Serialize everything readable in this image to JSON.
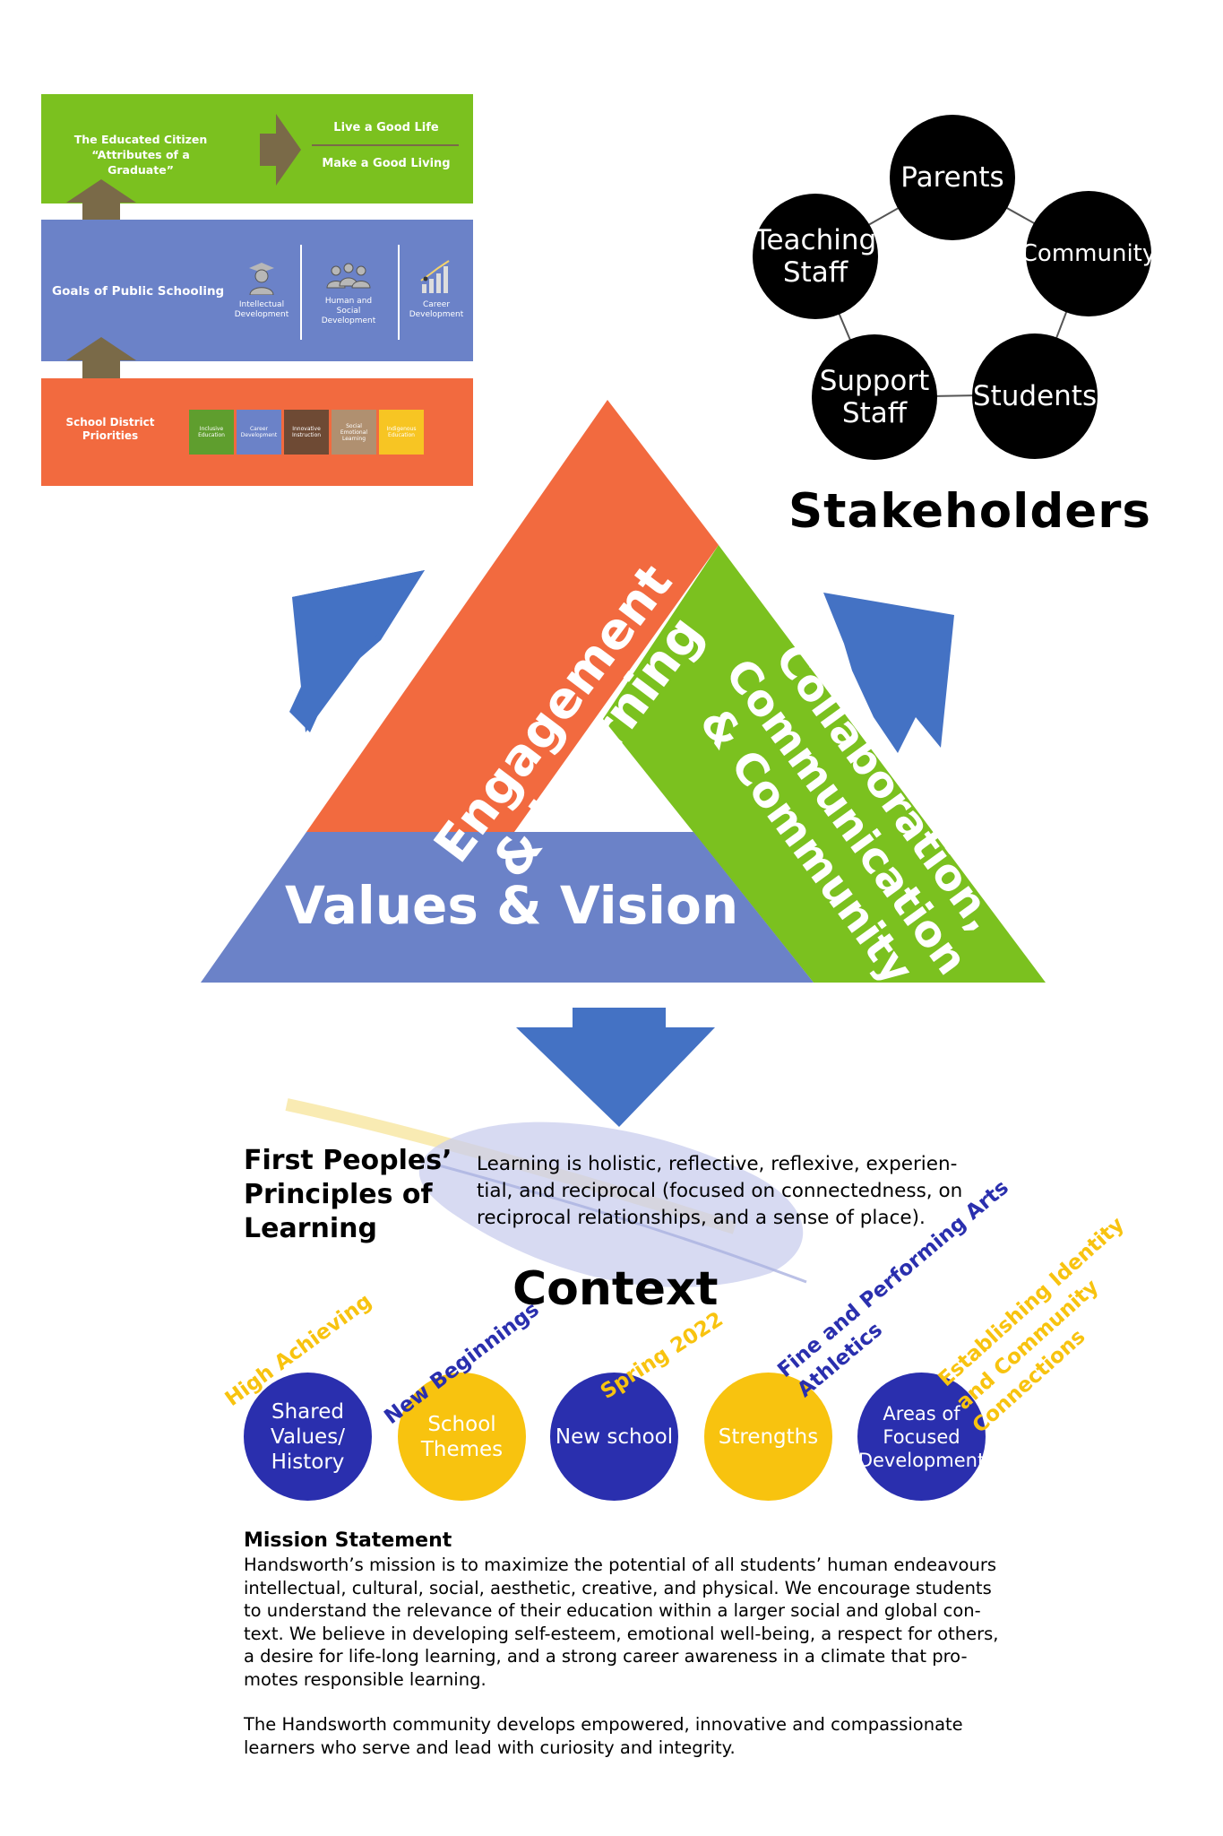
{
  "framework": {
    "educated_citizen_line1": "The Educated Citizen",
    "educated_citizen_line2": "“Attributes of a Graduate”",
    "live_good_life": "Live a Good Life",
    "make_good_living": "Make a Good Living",
    "goals_title": "Goals of Public Schooling",
    "goals": [
      {
        "line1": "Intellectual",
        "line2": "Development",
        "line3": ""
      },
      {
        "line1": "Human and",
        "line2": "Social",
        "line3": "Development"
      },
      {
        "line1": "Career",
        "line2": "Development",
        "line3": ""
      }
    ],
    "priorities_line1": "School District",
    "priorities_line2": "Priorities",
    "priorities": [
      {
        "line1": "Inclusive",
        "line2": "Education",
        "line3": "",
        "color": "#5f9e2e"
      },
      {
        "line1": "Career",
        "line2": "Development",
        "line3": "",
        "color": "#6b82c8"
      },
      {
        "line1": "Innovative",
        "line2": "Instruction",
        "line3": "",
        "color": "#6e4a34"
      },
      {
        "line1": "Social",
        "line2": "Emotional",
        "line3": "Learning",
        "color": "#b09070"
      },
      {
        "line1": "Indigenous",
        "line2": "Education",
        "line3": "",
        "color": "#f7c523"
      }
    ]
  },
  "stakeholders": {
    "title": "Stakeholders",
    "nodes": [
      {
        "line1": "Parents",
        "line2": ""
      },
      {
        "line1": "Community",
        "line2": ""
      },
      {
        "line1": "Students",
        "line2": ""
      },
      {
        "line1": "Support",
        "line2": "Staff"
      },
      {
        "line1": "Teaching",
        "line2": "Staff"
      }
    ]
  },
  "triangle": {
    "left_line1": "Engagement",
    "left_line2": "& Learning",
    "right_line1": "Collaboration,",
    "right_line2": "Communication",
    "right_line3": "& Community",
    "bottom": "Values & Vision"
  },
  "colors": {
    "orange": "#f26a3f",
    "green": "#7bc11f",
    "blue": "#6b82c8",
    "arrow_blue": "#4472c4",
    "context_navy": "#2a2fae",
    "context_yellow": "#f8c30f"
  },
  "first_peoples": {
    "title_line1": "First Peoples’",
    "title_line2": "Principles of",
    "title_line3": "Learning",
    "text_line1": "Learning is holistic, reflective, reflexive, experien-",
    "text_line2": "tial, and reciprocal (focused on connectedness, on",
    "text_line3": "reciprocal relationships, and a sense of place)."
  },
  "context": {
    "title": "Context",
    "circles": [
      {
        "line1": "Shared",
        "line2": "Values/",
        "line3": "History",
        "tag_line1": "High Achieving",
        "tag_line2": ""
      },
      {
        "line1": "School",
        "line2": "Themes",
        "line3": "",
        "tag_line1": "New Beginnings",
        "tag_line2": ""
      },
      {
        "line1": "New school",
        "line2": "",
        "line3": "",
        "tag_line1": "Spring 2022",
        "tag_line2": ""
      },
      {
        "line1": "Strengths",
        "line2": "",
        "line3": "",
        "tag_line1": "Fine and Performing Arts",
        "tag_line2": "Athletics"
      },
      {
        "line1": "Areas of",
        "line2": "Focused",
        "line3": "Development",
        "tag_line1": "Establishing Identity",
        "tag_line2": "and Community",
        "tag_line3": "Connections"
      }
    ]
  },
  "mission": {
    "title": "Mission Statement",
    "p1_lines": [
      "Handsworth’s mission is to maximize the potential of all students’ human endeavours",
      "intellectual, cultural, social, aesthetic, creative, and physical. We encourage students",
      "to understand the relevance of their education within a larger social and global con-",
      "text. We believe in developing self-esteem, emotional well-being, a respect for others,",
      "a desire for life-long learning, and a strong career awareness in a climate that pro-",
      "motes responsible learning."
    ],
    "p2_lines": [
      "The Handsworth community develops empowered, innovative and compassionate",
      "learners who serve and lead with curiosity and integrity."
    ]
  }
}
